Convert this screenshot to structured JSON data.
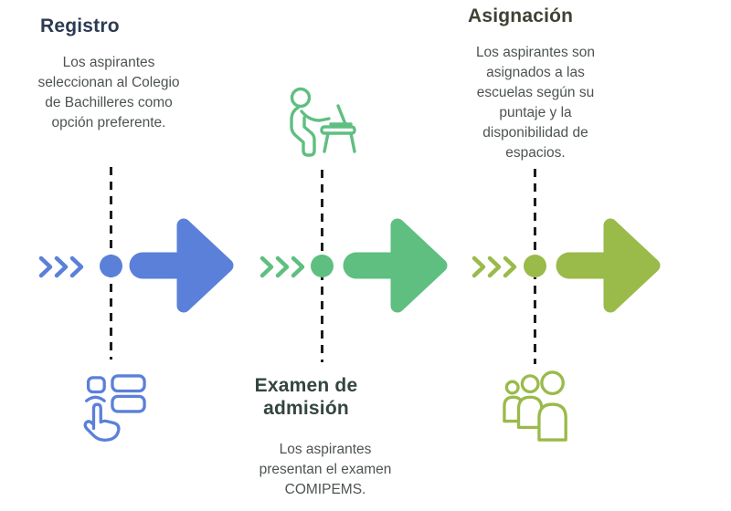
{
  "diagram_title": "",
  "steps": [
    {
      "id": "registro",
      "title": "Registro",
      "description": "Los aspirantes seleccionan al Colegio de Bachilleres como opción preferente.",
      "color": "#5b80d9",
      "title_color": "#2c3a52",
      "icon": "hand-selecting-option-icon",
      "text_position": "top"
    },
    {
      "id": "examen-de-admision",
      "title": "Examen de admisión",
      "description": "Los aspirantes presentan el examen COMIPEMS.",
      "color": "#5ebf80",
      "title_color": "#344540",
      "icon": "person-at-desk-icon",
      "text_position": "bottom"
    },
    {
      "id": "asignacion",
      "title": "Asignación",
      "description": "Los aspirantes son asignados a las escuelas según su puntaje y la disponibilidad de espacios.",
      "color": "#9aba4a",
      "title_color": "#3d4233",
      "icon": "group-of-people-icon",
      "text_position": "top"
    }
  ],
  "styles": {
    "background": "#ffffff",
    "body_text_color": "#4d5352",
    "dashed_line_color": "#1c1c1c"
  },
  "icons": [
    "triple-chevron-icon",
    "timeline-dot",
    "big-arrow-icon"
  ]
}
